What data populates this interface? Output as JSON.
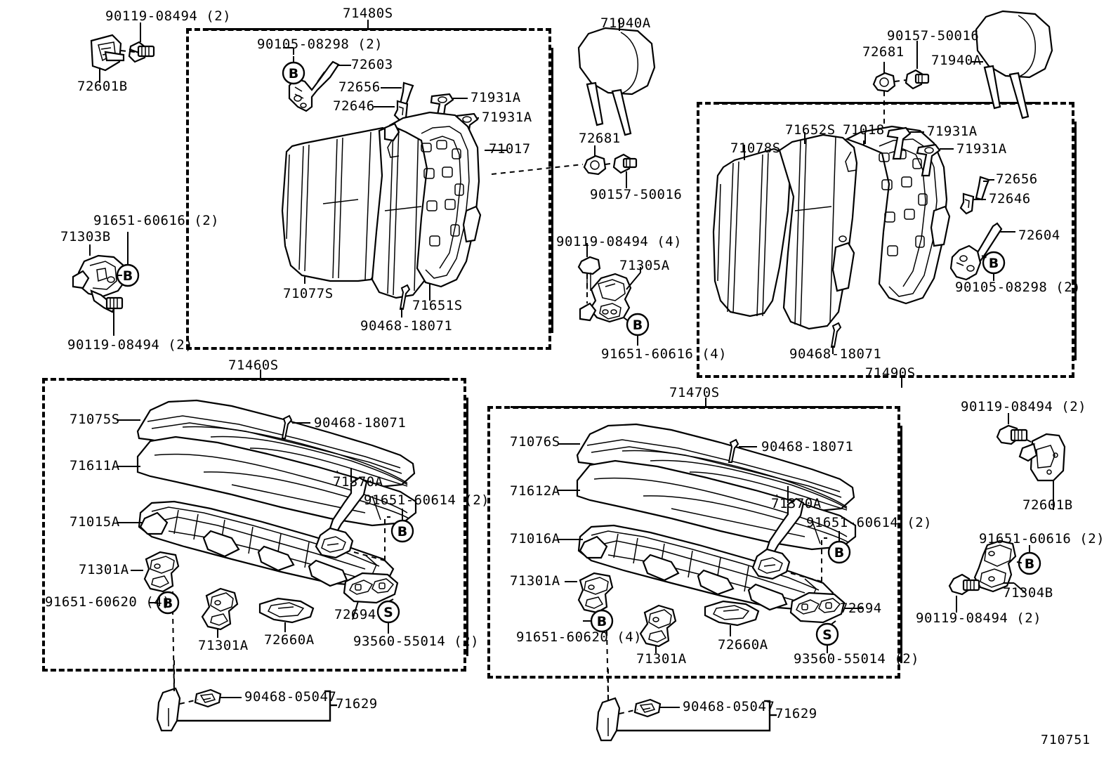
{
  "diagram": {
    "catalog_number": "710751",
    "groups": [
      {
        "code": "71480S"
      },
      {
        "code": "71490S"
      },
      {
        "code": "71460S"
      },
      {
        "code": "71470S"
      }
    ]
  },
  "labels": {
    "l_90119_08494_2_tl": "90119-08494 (2)",
    "l_72601B_tl": "72601B",
    "l_71480S": "71480S",
    "l_90105_08298_2_tl": "90105-08298 (2)",
    "l_72603": "72603",
    "l_72656_l": "72656",
    "l_72646_l": "72646",
    "l_71931A_l1": "71931A",
    "l_71931A_l2": "71931A",
    "l_71017": "71017",
    "l_72681_c": "72681",
    "l_90157_50016_c": "90157-50016",
    "l_71940A_c": "71940A",
    "l_90157_50016_r": "90157-50016",
    "l_72681_r": "72681",
    "l_71940A_r": "71940A",
    "l_71652S": "71652S",
    "l_71018": "71018",
    "l_71078S": "71078S",
    "l_71931A_r1": "71931A",
    "l_71931A_r2": "71931A",
    "l_72656_r": "72656",
    "l_72646_r": "72646",
    "l_72604": "72604",
    "l_90105_08298_2_r": "90105-08298 (2)",
    "l_91651_60616_2_l": "91651-60616 (2)",
    "l_71303B": "71303B",
    "l_90119_08494_2_l": "90119-08494 (2)",
    "l_71077S": "71077S",
    "l_71651S": "71651S",
    "l_90468_18071_c": "90468-18071",
    "l_90119_08494_4": "90119-08494 (4)",
    "l_71305A": "71305A",
    "l_91651_60616_4": "91651-60616 (4)",
    "l_90468_18071_r": "90468-18071",
    "l_71470S": "71470S",
    "l_71490S": "71490S",
    "l_71460S": "71460S",
    "l_71075S": "71075S",
    "l_90468_18071_bl": "90468-18071",
    "l_71611A": "71611A",
    "l_71015A": "71015A",
    "l_71370A_bl": "71370A",
    "l_91651_60614_2_bl": "91651-60614 (2)",
    "l_71301A_bl1": "71301A",
    "l_91651_60620_4_bl": "91651-60620 (4)",
    "l_71301A_bl2": "71301A",
    "l_72660A_bl": "72660A",
    "l_72694_bl": "72694",
    "l_93560_55014_2_bl": "93560-55014 (2)",
    "l_71076S": "71076S",
    "l_90468_18071_br": "90468-18071",
    "l_71612A": "71612A",
    "l_71016A": "71016A",
    "l_71370A_br": "71370A",
    "l_91651_60614_2_br": "91651-60614 (2)",
    "l_71301A_br1": "71301A",
    "l_91651_60620_4_br": "91651-60620 (4)",
    "l_71301A_br2": "71301A",
    "l_72660A_br": "72660A",
    "l_72694_br": "72694",
    "l_93560_55014_2_br": "93560-55014 (2)",
    "l_90119_08494_2_fr": "90119-08494 (2)",
    "l_72601B_fr": "72601B",
    "l_91651_60616_2_fr": "91651-60616 (2)",
    "l_71304B": "71304B",
    "l_90119_08494_2_fr2": "90119-08494 (2)",
    "l_90468_05047_bl": "90468-05047",
    "l_71629_bl": "71629",
    "l_90468_05047_br": "90468-05047",
    "l_71629_br": "71629",
    "mark_B": "B",
    "mark_S": "S"
  }
}
